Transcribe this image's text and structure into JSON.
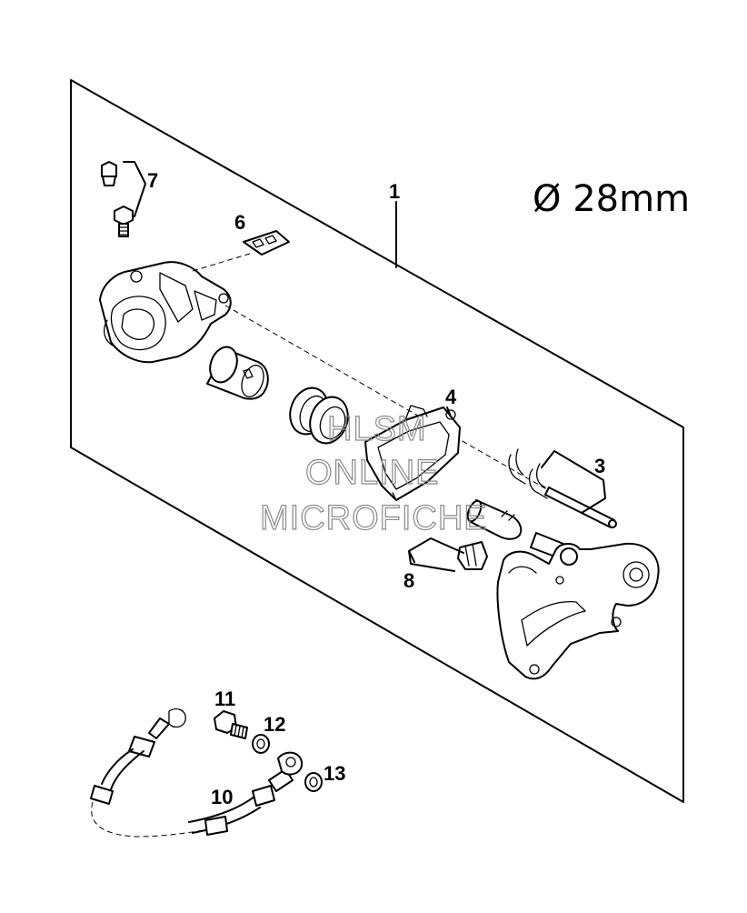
{
  "spec_label": "Ø 28mm",
  "callouts": {
    "c1": "1",
    "c3": "3",
    "c4": "4",
    "c6": "6",
    "c7": "7",
    "c8": "8",
    "c10": "10",
    "c11": "11",
    "c12": "12",
    "c13": "13"
  },
  "watermark": {
    "line1": "HLSM",
    "line2": "ONLINE",
    "line3": "MICROFICHE"
  }
}
